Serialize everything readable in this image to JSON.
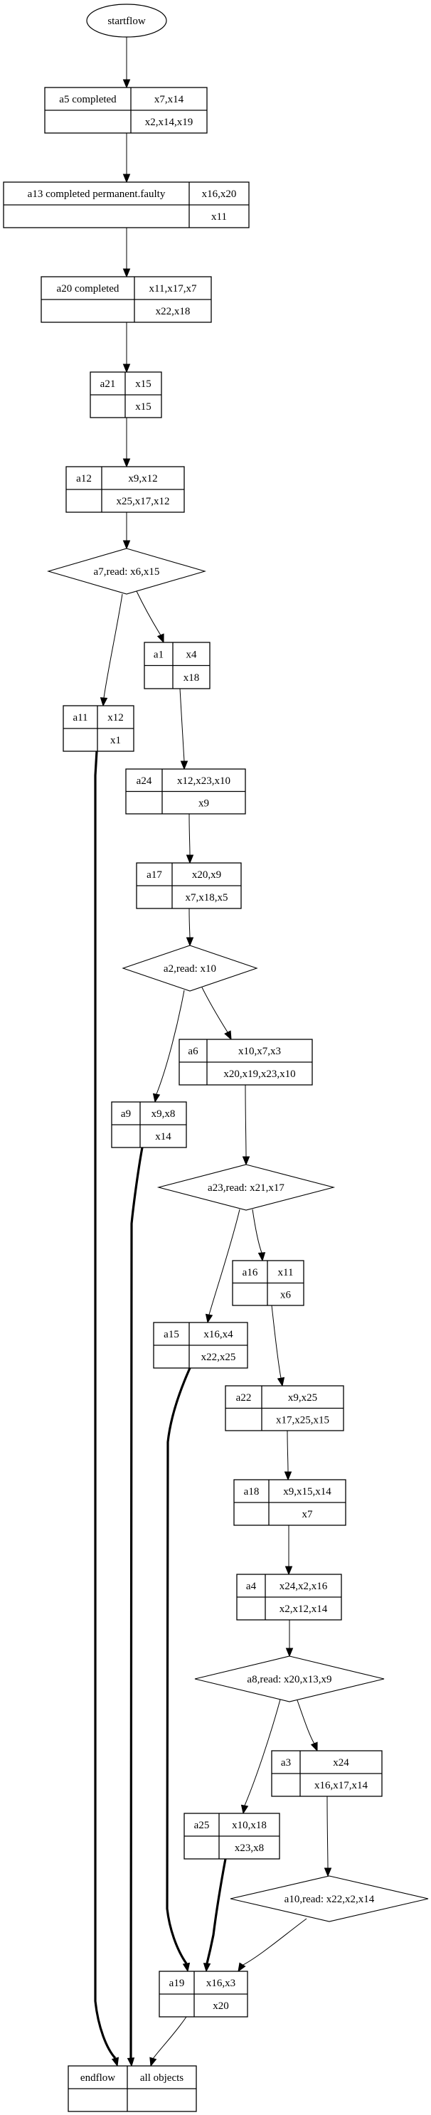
{
  "diagram": {
    "type": "flowchart",
    "start": {
      "id": "startflow",
      "label": "startflow"
    },
    "end": {
      "id": "endflow",
      "name": "endflow",
      "objects": "all objects",
      "bottom": ""
    },
    "activities": [
      {
        "id": "a5",
        "name": "a5 completed",
        "top": "x7,x14",
        "bottom": "x2,x14,x19"
      },
      {
        "id": "a13",
        "name": "a13 completed permanent.faulty",
        "top": "x16,x20",
        "bottom": "x11"
      },
      {
        "id": "a20",
        "name": "a20 completed",
        "top": "x11,x17,x7",
        "bottom": "x22,x18"
      },
      {
        "id": "a21",
        "name": "a21",
        "top": "x15",
        "bottom": "x15"
      },
      {
        "id": "a12",
        "name": "a12",
        "top": "x9,x12",
        "bottom": "x25,x17,x12"
      },
      {
        "id": "a1",
        "name": "a1",
        "top": "x4",
        "bottom": "x18"
      },
      {
        "id": "a11",
        "name": "a11",
        "top": "x12",
        "bottom": "x1"
      },
      {
        "id": "a24",
        "name": "a24",
        "top": "x12,x23,x10",
        "bottom": "x9"
      },
      {
        "id": "a17",
        "name": "a17",
        "top": "x20,x9",
        "bottom": "x7,x18,x5"
      },
      {
        "id": "a6",
        "name": "a6",
        "top": "x10,x7,x3",
        "bottom": "x20,x19,x23,x10"
      },
      {
        "id": "a9",
        "name": "a9",
        "top": "x9,x8",
        "bottom": "x14"
      },
      {
        "id": "a16",
        "name": "a16",
        "top": "x11",
        "bottom": "x6"
      },
      {
        "id": "a15",
        "name": "a15",
        "top": "x16,x4",
        "bottom": "x22,x25"
      },
      {
        "id": "a22",
        "name": "a22",
        "top": "x9,x25",
        "bottom": "x17,x25,x15"
      },
      {
        "id": "a18",
        "name": "a18",
        "top": "x9,x15,x14",
        "bottom": "x7"
      },
      {
        "id": "a4",
        "name": "a4",
        "top": "x24,x2,x16",
        "bottom": "x2,x12,x14"
      },
      {
        "id": "a3",
        "name": "a3",
        "top": "x24",
        "bottom": "x16,x17,x14"
      },
      {
        "id": "a25",
        "name": "a25",
        "top": "x10,x18",
        "bottom": "x23,x8"
      },
      {
        "id": "a19",
        "name": "a19",
        "top": "x16,x3",
        "bottom": "x20"
      }
    ],
    "decisions": [
      {
        "id": "a7",
        "label": "a7,read: x6,x15"
      },
      {
        "id": "a2",
        "label": "a2,read: x10"
      },
      {
        "id": "a23",
        "label": "a23,read: x21,x17"
      },
      {
        "id": "a8",
        "label": "a8,read: x20,x13,x9"
      },
      {
        "id": "a10",
        "label": "a10,read: x22,x2,x14"
      }
    ],
    "edges": [
      {
        "from": "startflow",
        "to": "a5",
        "style": "normal"
      },
      {
        "from": "a5",
        "to": "a13",
        "style": "normal"
      },
      {
        "from": "a13",
        "to": "a20",
        "style": "normal"
      },
      {
        "from": "a20",
        "to": "a21",
        "style": "normal"
      },
      {
        "from": "a21",
        "to": "a12",
        "style": "normal"
      },
      {
        "from": "a12",
        "to": "a7",
        "style": "normal"
      },
      {
        "from": "a7",
        "to": "a11",
        "style": "normal"
      },
      {
        "from": "a7",
        "to": "a1",
        "style": "normal"
      },
      {
        "from": "a1",
        "to": "a24",
        "style": "normal"
      },
      {
        "from": "a24",
        "to": "a17",
        "style": "normal"
      },
      {
        "from": "a17",
        "to": "a2",
        "style": "normal"
      },
      {
        "from": "a2",
        "to": "a9",
        "style": "normal"
      },
      {
        "from": "a2",
        "to": "a6",
        "style": "normal"
      },
      {
        "from": "a6",
        "to": "a23",
        "style": "normal"
      },
      {
        "from": "a23",
        "to": "a15",
        "style": "normal"
      },
      {
        "from": "a23",
        "to": "a16",
        "style": "normal"
      },
      {
        "from": "a16",
        "to": "a22",
        "style": "normal"
      },
      {
        "from": "a22",
        "to": "a18",
        "style": "normal"
      },
      {
        "from": "a18",
        "to": "a4",
        "style": "normal"
      },
      {
        "from": "a4",
        "to": "a8",
        "style": "normal"
      },
      {
        "from": "a8",
        "to": "a25",
        "style": "normal"
      },
      {
        "from": "a8",
        "to": "a3",
        "style": "normal"
      },
      {
        "from": "a3",
        "to": "a10",
        "style": "normal"
      },
      {
        "from": "a10",
        "to": "a19",
        "style": "normal"
      },
      {
        "from": "a25",
        "to": "a19",
        "style": "bold"
      },
      {
        "from": "a15",
        "to": "a19",
        "style": "bold"
      },
      {
        "from": "a11",
        "to": "endflow",
        "style": "bold"
      },
      {
        "from": "a9",
        "to": "endflow",
        "style": "bold"
      },
      {
        "from": "a19",
        "to": "endflow",
        "style": "normal"
      }
    ]
  }
}
